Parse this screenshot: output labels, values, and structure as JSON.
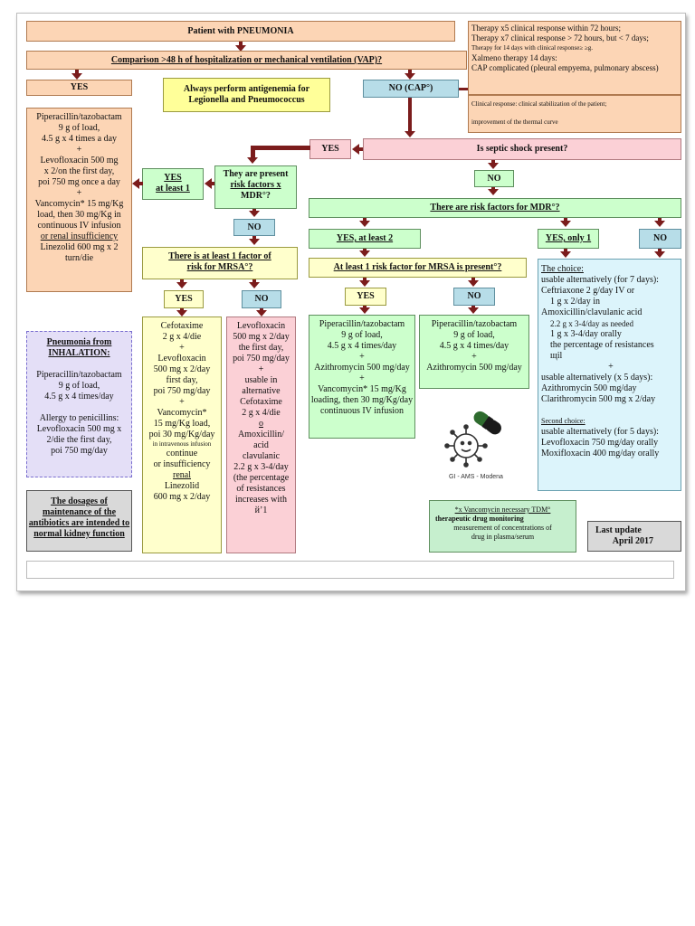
{
  "title": "Patient with PNEUMONIA",
  "comparison": "Comparison >48 h of hospitalization or mechanical ventilation (VAP)?",
  "yes_left": "YES",
  "antigenemia": [
    "Always perform antigenemia for",
    "Legionella and Pneumococcus"
  ],
  "no_cap": "NO (CAP°)",
  "therapy_info": [
    "Therapy x5 clinical response within 72 hours;",
    "Therapy x7 clinical response > 72 hours, but < 7 days;",
    "Therapy for 14 days with clinical response≥ ≥g.",
    "Xalmeno therapy 14 days:",
    "CAP complicated (pleural empyema, pulmonary abscess)"
  ],
  "clinical_response": [
    "Clinical response: clinical stabilization of the patient;",
    "improvement of the thermal curve"
  ],
  "vap_therapy": [
    "Piperacillin/tazobactam",
    "9 g of load,",
    "4.5 g x 4 times a day",
    "+",
    "Levofloxacin 500 mg",
    "x 2/on the first day,",
    "poi 750 mg once a day",
    "+",
    "Vancomycin* 15 mg/Kg",
    "load, then 30 mg/Kg in",
    "continuous IV infusion",
    "or renal insufficiency",
    "Linezolid 600 mg x 2",
    "turn/die"
  ],
  "septic_yes": "YES",
  "septic_question": "Is septic shock present?",
  "septic_no": "NO",
  "yes_at_least_1": [
    "YES",
    "at least 1"
  ],
  "mdr_present": [
    "They are present",
    "risk factors x",
    "MDR°?"
  ],
  "mdr_no": "NO",
  "mdr_question": "There are risk factors for MDR°?",
  "yes_at_least_2": "YES, at least 2",
  "yes_only_1": "YES, only 1",
  "no_right": "NO",
  "mrsa_factor": [
    "There is at least 1 factor of",
    "risk for MRSA°?"
  ],
  "mrsa_present": "At least 1 risk factor for MRSA is present°?",
  "yes_a": "YES",
  "no_a": "NO",
  "yes_b": "YES",
  "no_b": "NO",
  "inhalation": [
    "Pneumonia from",
    "INHALATION:",
    "",
    "Piperacillin/tazobactam",
    "9 g of load,",
    "4.5 g x 4 times/day",
    "",
    "Allergy to penicillins:",
    "Levofloxacin 500 mg x",
    "2/die the first day,",
    "poi 750 mg/day"
  ],
  "dosages_note": [
    "The dosages of",
    "maintenance of the",
    "antibiotics are intended to",
    "normal kidney function"
  ],
  "cefotaxime_col": [
    "Cefotaxime",
    "2 g x 4/die",
    "+",
    "Levofloxacin",
    "500 mg x 2/day",
    "first day,",
    "poi 750 mg/day",
    "+",
    "Vancomycin*",
    "15 mg/Kg load,",
    "poi 30 mg/Kg/day",
    "in intravenous infusion",
    "continue",
    "or insufficiency",
    "renal",
    "Linezolid",
    "600 mg x 2/day"
  ],
  "levofloxacin_col": [
    "Levofloxacin",
    "500 mg x 2/day",
    "the first day,",
    "poi 750 mg/day",
    "+",
    "usable in",
    "alternative",
    "Cefotaxime",
    "2 g x 4/die",
    "o",
    "Amoxicillin/",
    "acid",
    "clavulanic",
    "2.2 g x 3-4/day",
    "(the percentage",
    "of resistances",
    "increases with",
    "й’1"
  ],
  "pip_vanco_col": [
    "Piperacillin/tazobactam",
    "9 g of load,",
    "4.5 g x 4 times/day",
    "+",
    "Azithromycin 500 mg/day",
    "+",
    "Vancomycin* 15 mg/Kg",
    "loading, then 30 mg/Kg/day",
    "continuous IV infusion"
  ],
  "pip_azi_col": [
    "Piperacillin/tazobactam",
    "9 g of load,",
    "4.5 g x 4 times/day",
    "+",
    "Azithromycin 500 mg/day"
  ],
  "choice_col": [
    "The choice:",
    "usable alternatively (for 7 days):",
    "Ceftriaxone 2 g/day IV or",
    "1 g x 2/day in",
    "Amoxicillin/clavulanic acid",
    "2.2 g x 3-4/day as needed",
    "1 g x 3-4/day orally",
    "the percentage of resistances",
    "щіl",
    "+",
    "usable alternatively (x 5 days):",
    "Azithromycin 500 mg/day",
    "Clarithromycin 500 mg x 2/day",
    "",
    "Second choice:",
    "usable alternatively (for 5 days):",
    "Levofloxacin 750 mg/day orally",
    "Moxifloxacin 400 mg/day orally"
  ],
  "logo_caption": "GI - AMS - Modena",
  "tdm_note": [
    "*x Vancomycin necessary TDM°",
    "therapeutic drug monitoring",
    "measurement of concentrations of",
    "drug in plasma/serum"
  ],
  "last_update": [
    "Last update",
    "April 2017"
  ],
  "colors": {
    "arrow": "#7b1c1c"
  }
}
